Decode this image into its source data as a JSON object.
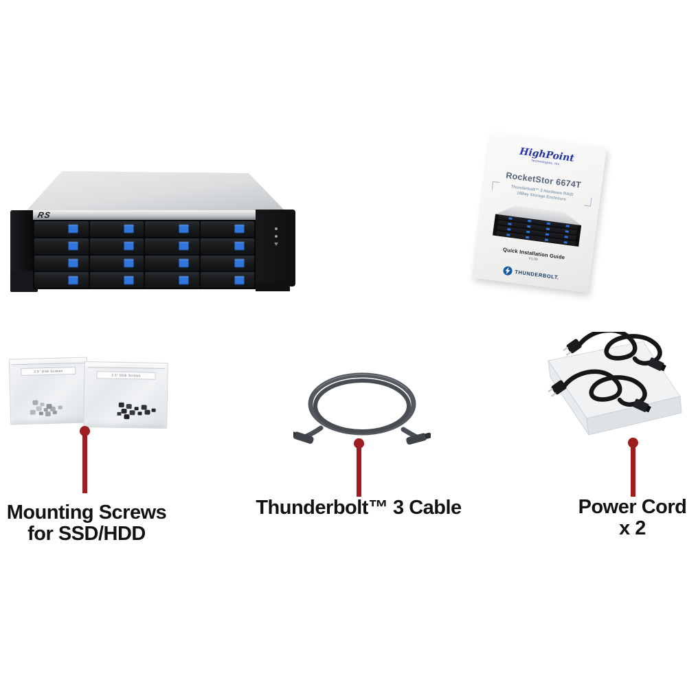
{
  "background": "#ffffff",
  "accent": {
    "pin_color": "#9e1d21",
    "latch_blue": "#3176dd",
    "thunderbolt_blue": "#1559a6"
  },
  "enclosure": {
    "badge": "RS",
    "rows": 4,
    "cols": 4
  },
  "guide": {
    "brand": "HighPoint",
    "brand_subtitle": "Technologies, Inc.",
    "product_title": "RocketStor 6674T",
    "subtitle_line1": "Thunderbolt™ 3 Hardware RAID",
    "subtitle_line2": "16Bay Storage Enclosure",
    "doc_title": "Quick Installation Guide",
    "doc_version": "V1.00",
    "certification_wordmark": "THUNDERBOLT."
  },
  "screw_bags": [
    {
      "label": "3.5\" Disk Screws"
    },
    {
      "label": "2.5\" Disk Screws"
    }
  ],
  "captions": {
    "screws": {
      "line1": "Mounting Screws",
      "line2": "for SSD/HDD"
    },
    "cable": {
      "line1": "Thunderbolt™ 3 Cable"
    },
    "power": {
      "line1": "Power Cord",
      "line2": "x 2"
    }
  }
}
